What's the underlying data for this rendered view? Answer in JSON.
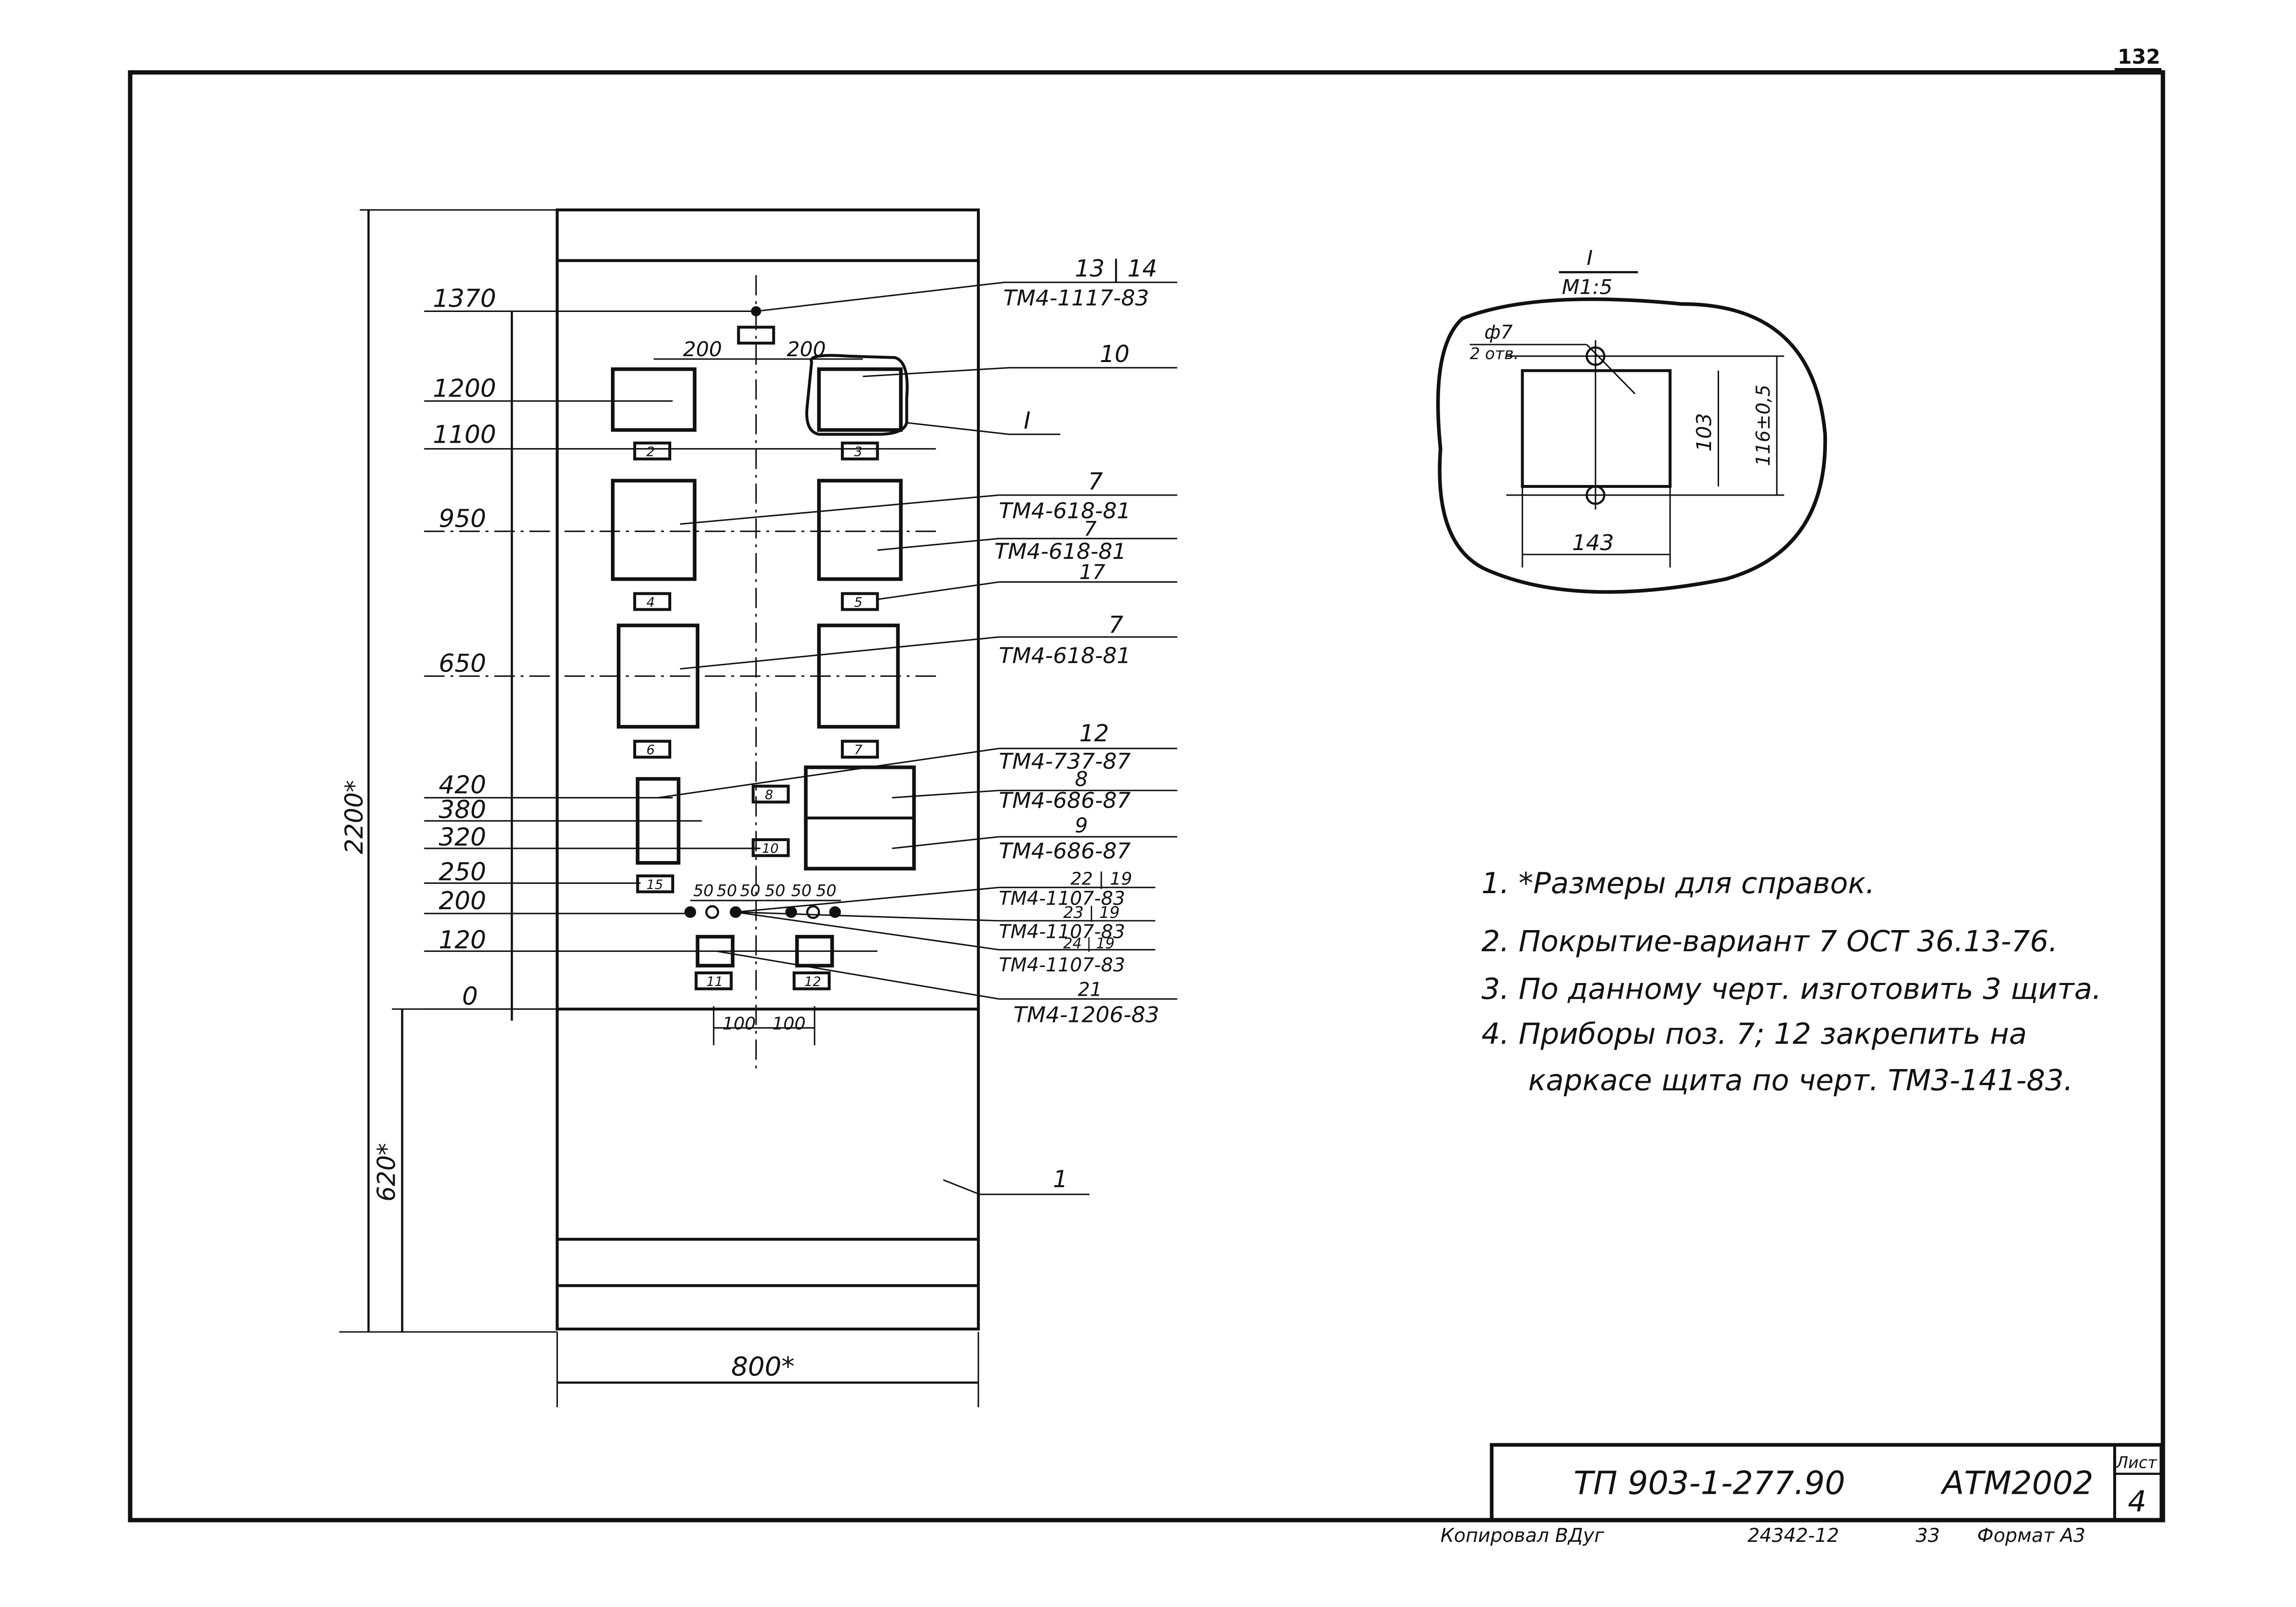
{
  "sheet_number_top": "132",
  "elevations": [
    "1370",
    "1200",
    "1100",
    "950",
    "650",
    "420",
    "380",
    "320",
    "250",
    "200",
    "120",
    "0"
  ],
  "overall_dims": {
    "height": "2200*",
    "base": "620*",
    "width": "800*"
  },
  "horizontal_dims": {
    "left_offset": "200",
    "right_offset": "200",
    "small": "100",
    "small2": "100",
    "fifty": "50"
  },
  "callouts": [
    {
      "pos": "13 | 14",
      "code": "ТМ4-1117-83"
    },
    {
      "pos": "10",
      "code": ""
    },
    {
      "pos": "I",
      "code": ""
    },
    {
      "pos": "7",
      "code": "ТМ4-618-81"
    },
    {
      "pos": "7",
      "code": "ТМ4-618-81"
    },
    {
      "pos": "17",
      "code": ""
    },
    {
      "pos": "7",
      "code": "ТМ4-618-81"
    },
    {
      "pos": "12",
      "code": "ТМ4-737-87"
    },
    {
      "pos": "8",
      "code": "ТМ4-686-87"
    },
    {
      "pos": "9",
      "code": "ТМ4-686-87"
    },
    {
      "pos": "22 | 19",
      "code": "ТМ4-1107-83"
    },
    {
      "pos": "23 | 19",
      "code": "ТМ4-1107-83"
    },
    {
      "pos": "24 | 19",
      "code": "ТМ4-1107-83"
    },
    {
      "pos": "21",
      "code": "ТМ4-1206-83"
    },
    {
      "pos": "1",
      "code": ""
    }
  ],
  "tags": [
    "2",
    "3",
    "4",
    "5",
    "6",
    "7",
    "8",
    "10",
    "15",
    "11",
    "12"
  ],
  "detail": {
    "title": "I",
    "scale": "М1:5",
    "hole": "ф7",
    "hole_count": "2 отв.",
    "dim_inner": "103",
    "dim_outer": "116±0,5",
    "dim_width": "143"
  },
  "notes": [
    "1. *Размеры для справок.",
    "2. Покрытие-вариант 7 ОСТ 36.13-76.",
    "3. По данному черт. изготовить 3 щита.",
    "4. Приборы поз. 7; 12 закрепить на",
    "каркасе щита по черт. ТМ3-141-83."
  ],
  "title_block": {
    "doc": "ТП 903-1-277.90",
    "code": "АТМ2002",
    "sheet_label": "Лист",
    "sheet": "4"
  },
  "footer": {
    "copied": "Копировал ВДуг",
    "order": "24342-12",
    "num": "33",
    "format": "Формат А3"
  }
}
